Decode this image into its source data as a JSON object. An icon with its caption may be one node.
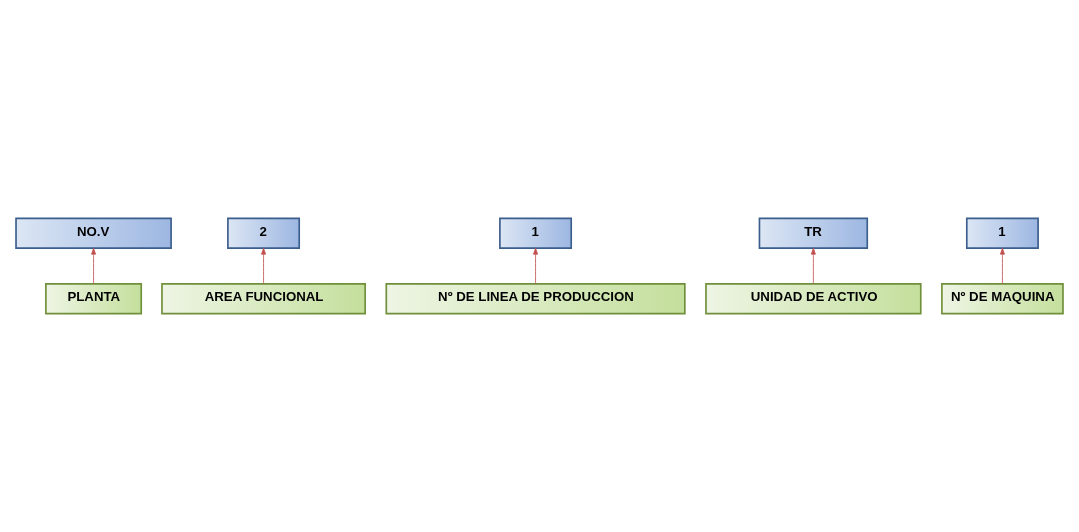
{
  "diagram": {
    "nodes": [
      {
        "text": [
          "NO.V"
        ]
      },
      {
        "text": [
          "2"
        ]
      },
      {
        "text": [
          "1"
        ]
      },
      {
        "text": [
          "TR"
        ]
      },
      {
        "text": [
          "1"
        ]
      },
      {
        "text": [
          "PLANTA"
        ]
      },
      {
        "text": [
          "Nº DE MAQUINA"
        ]
      },
      {
        "text": [
          "AREA FUNCIONAL"
        ]
      },
      {
        "text": [
          "Nº DE LINEA DE PRODUCCION"
        ]
      },
      {
        "text": [
          "UNIDAD DE ACTIVO"
        ]
      }
    ],
    "edges": [
      {
        "from": 5,
        "to": 0,
        "arrow": "to"
      },
      {
        "from": 6,
        "to": 4,
        "arrow": "to"
      },
      {
        "from": 7,
        "to": 1,
        "arrow": "to"
      },
      {
        "from": 8,
        "to": 2,
        "arrow": "to"
      },
      {
        "from": 9,
        "to": 3,
        "arrow": "to"
      }
    ]
  }
}
